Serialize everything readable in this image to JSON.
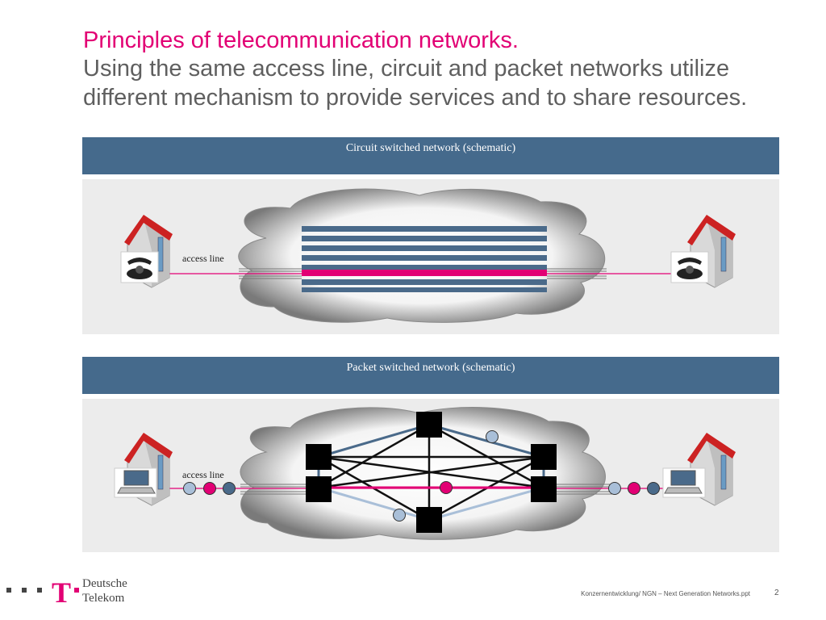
{
  "title": {
    "line1": "Principles of telecommunication networks.",
    "line2": "Using the same access line, circuit and packet networks utilize different mechanism to provide services and to share resources."
  },
  "circuit": {
    "header": "Circuit switched network (schematic)",
    "access_label": "access line"
  },
  "packet": {
    "header": "Packet switched network (schematic)",
    "access_label": "access line"
  },
  "logo": {
    "line1": "Deutsche",
    "line2": "Telekom",
    "mark": "T"
  },
  "footer": {
    "text": "Konzernentwicklung/ NGN – Next Generation Networks.ppt",
    "page": "2"
  },
  "colors": {
    "magenta": "#e20074",
    "band": "#456a8c",
    "steel": "#4a6a8a",
    "light_blue": "#b8c8dc"
  },
  "icons": [
    "house-icon",
    "telephone-icon",
    "laptop-icon",
    "cloud-icon",
    "router-icon",
    "packet-icon"
  ]
}
